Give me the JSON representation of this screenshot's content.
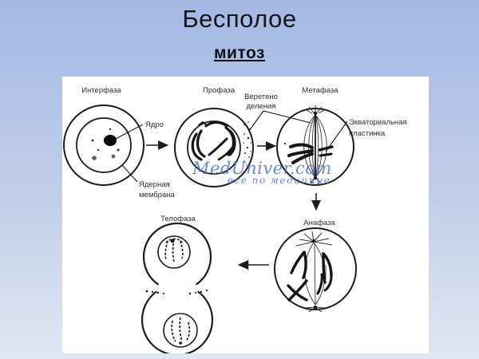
{
  "slide": {
    "title": "Бесполое",
    "subtitle": "митоз"
  },
  "diagram": {
    "labels": {
      "interphase": "Интерфаза",
      "prophase": "Профаза",
      "metaphase": "Метафаза",
      "anaphase": "Анафаза",
      "telophase": "Телофаза",
      "nucleus": "Ядро",
      "nuclear_membrane_1": "Ядерная",
      "nuclear_membrane_2": "мембрана",
      "spindle_1": "Веретено",
      "spindle_2": "деления",
      "equatorial_1": "Экваториальная",
      "equatorial_2": "пластинка"
    },
    "watermark": {
      "line1": "MedUniver.com",
      "line2": "все по медицине"
    }
  },
  "colors": {
    "slide_top": "#a3b9e4",
    "slide_bottom": "#e0e7f3",
    "panel": "#ffffff",
    "ink": "#1c1c1c",
    "label_text": "#2e2e2e",
    "watermark": "#3f6fd1",
    "title_text": "#161616"
  }
}
